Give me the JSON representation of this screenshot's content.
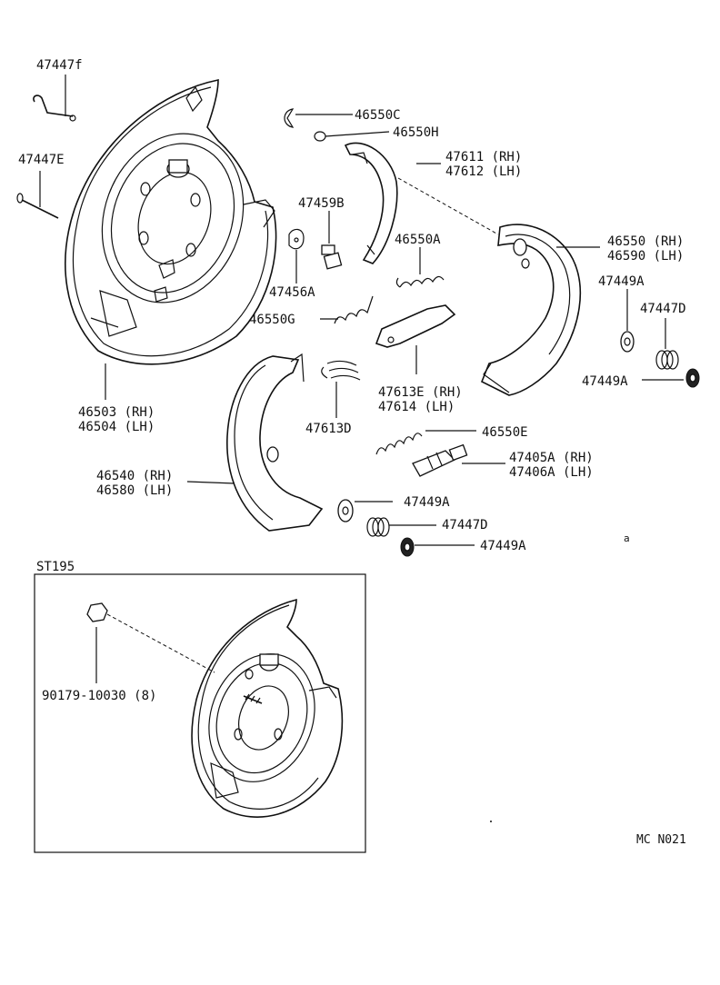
{
  "labels": {
    "p47447f": "47447f",
    "p47447e": "47447E",
    "p46550c": "46550C",
    "p46550h": "46550H",
    "p47611": "47611 (RH)",
    "p47612": "47612 (LH)",
    "p47459b": "47459B",
    "p46550a": "46550A",
    "p46550": "46550 (RH)",
    "p46590": "46590 (LH)",
    "p47449a_1": "47449A",
    "p47447d_1": "47447D",
    "p47449a_2": "47449A",
    "p47456a": "47456A",
    "p46550g": "46550G",
    "p47613e": "47613E (RH)",
    "p47614": "47614  (LH)",
    "p46503": "46503 (RH)",
    "p46504": "46504 (LH)",
    "p47613d": "47613D",
    "p46550e": "46550E",
    "p47405a": "47405A (RH)",
    "p47406a": "47406A (LH)",
    "p46540": "46540 (RH)",
    "p46580": "46580 (LH)",
    "p47449a_3": "47449A",
    "p47447d_2": "47447D",
    "p47449a_4": "47449A",
    "stray_mark": "a"
  },
  "inset": {
    "title": "ST195",
    "part_label": "90179-10030  (8)"
  },
  "footer_code": "MC N021"
}
